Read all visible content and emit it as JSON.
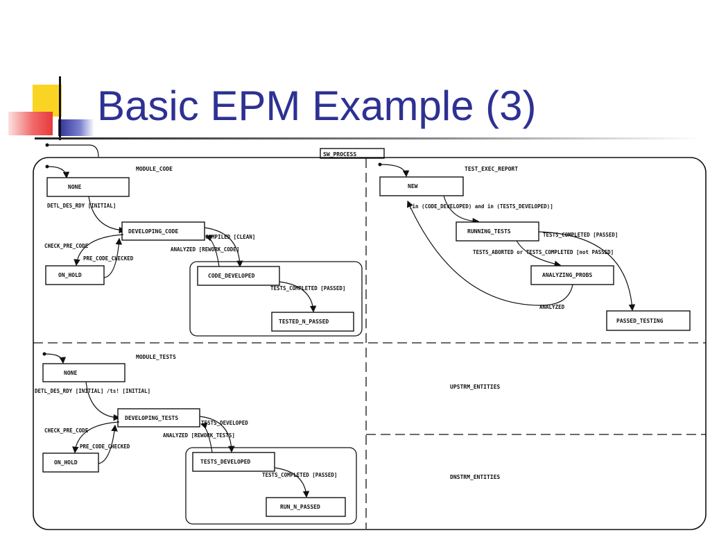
{
  "slide": {
    "title": "Basic EPM Example (3)",
    "accent_colors": {
      "yellow": "#f9d423",
      "red": "#f04848",
      "blue": "#2e3192"
    }
  },
  "diagram": {
    "root_label": "SW_PROCESS",
    "module_code": {
      "name": "MODULE_CODE",
      "states": {
        "none": "NONE",
        "developing": "DEVELOPING_CODE",
        "on_hold": "ON_HOLD",
        "developed": "CODE_DEVELOPED",
        "tested": "TESTED_N_PASSED"
      },
      "transitions": {
        "start": "DETL_DES_RDY [INITIAL]",
        "completed": "COMPILED [CLEAN]",
        "rework": "ANALYZED [REWORK_CODE]",
        "check": "CHECK_PRE_CODE",
        "checked": "PRE_CODE_CHECKED",
        "tests_done": "TESTS_COMPLETED [PASSED]"
      }
    },
    "test_exec_report": {
      "name": "TEST_EXEC_REPORT",
      "states": {
        "new": "NEW",
        "running": "RUNNING_TESTS",
        "analyzing": "ANALYZING_PROBS",
        "passed": "PASSED_TESTING"
      },
      "transitions": {
        "start": "[in (CODE_DEVELOPED)  and  in (TESTS_DEVELOPED)]",
        "passed": "TESTS_COMPLETED [PASSED]",
        "aborted": "TESTS_ABORTED  or  TESTS_COMPLETED [not PASSED]",
        "analyzed": "ANALYZED"
      }
    },
    "module_tests": {
      "name": "MODULE_TESTS",
      "states": {
        "none": "NONE",
        "developing": "DEVELOPING_TESTS",
        "on_hold": "ON_HOLD",
        "developed": "TESTS_DEVELOPED",
        "run": "RUN_N_PASSED"
      },
      "transitions": {
        "start": "DETL_DES_RDY [INITIAL] /ts! [INITIAL]",
        "completed": "TESTS_DEVELOPED",
        "rework": "ANALYZED [REWORK_TESTS]",
        "check": "CHECK_PRE_CODE",
        "checked": "PRE_CODE_CHECKED",
        "tests_done": "TESTS_COMPLETED [PASSED]"
      }
    },
    "upstrm": {
      "name": "UPSTRM_ENTITIES"
    },
    "dnstrm": {
      "name": "DNSTRM_ENTITIES"
    }
  }
}
